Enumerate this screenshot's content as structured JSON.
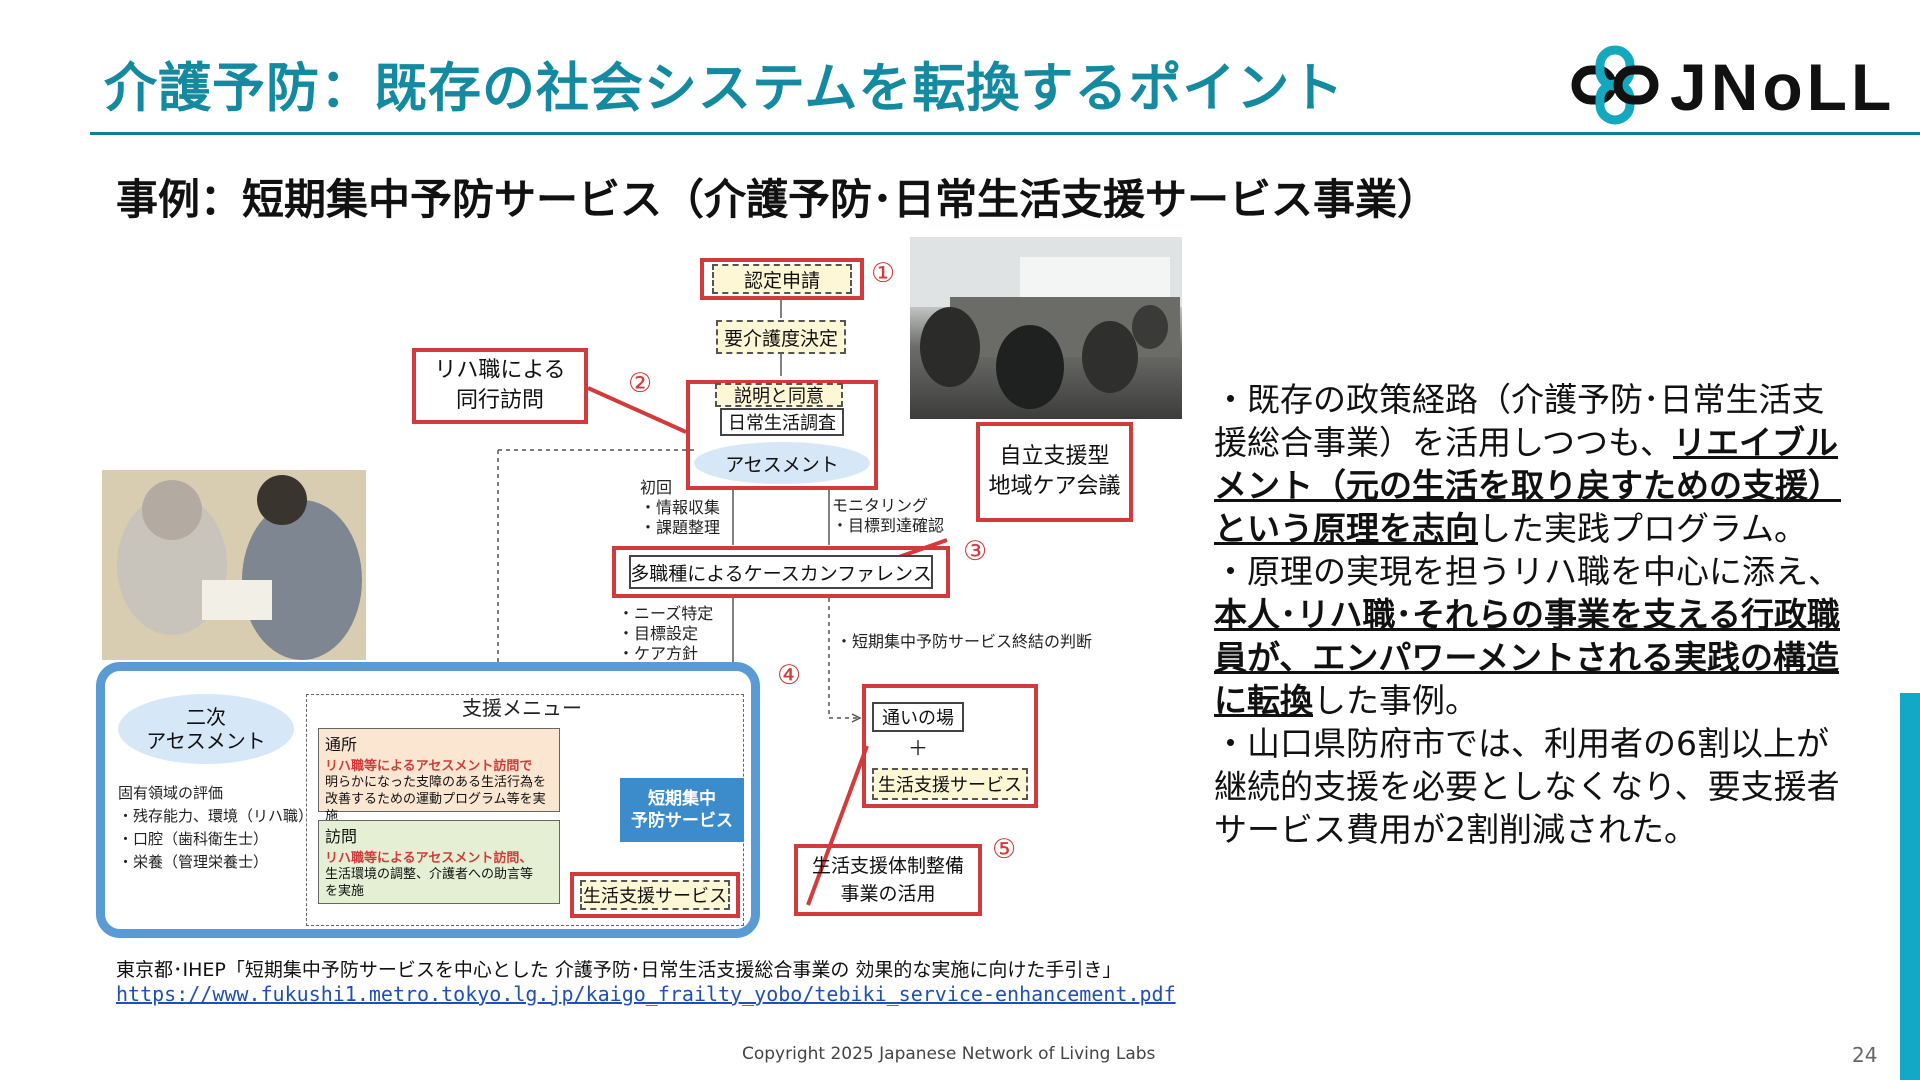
{
  "header": {
    "title": "介護予防：既存の社会システムを転換するポイント",
    "logo_text": "JNoLL"
  },
  "subtitle": "事例：短期集中予防サービス（介護予防･日常生活支援サービス事業）",
  "diagram": {
    "step1": "認定申請",
    "care_level": "要介護度決定",
    "explain": "説明と同意",
    "daily_survey": "日常生活調査",
    "assessment": "アセスメント",
    "rehab_visit": "リハ職による\n同行訪問",
    "initial": "初回\n・情報収集\n・課題整理",
    "monitoring": "モニタリング\n・目標到達確認",
    "conference": "多職種によるケースカンファレンス",
    "needs": "・ニーズ特定\n・目標設定\n・ケア方針",
    "end_judgement": "・短期集中予防サービス終結の判断",
    "regional_meeting": "自立支援型\n地域ケア会議",
    "secondary_assessment": "二次\nアセスメント",
    "specific_eval": "固有領域の評価\n・残存能力、環境（リハ職）\n・口腔（歯科衛生士）\n・栄養（管理栄養士）",
    "support_menu": "支援メニュー",
    "day_service_title": "通所",
    "day_service_red": "リハ職等によるアセスメント訪問で",
    "day_service_body": "明らかになった支障のある生活行為を\n改善するための運動プログラム等を実施",
    "home_visit_title": "訪問",
    "home_visit_red": "リハ職等によるアセスメント訪問、",
    "home_visit_body": "生活環境の調整、介護者への助言等\nを実施",
    "short_term": "短期集中\n予防サービス",
    "life_support": "生活支援サービス",
    "gathering": "通いの場",
    "plus": "＋",
    "life_support_2": "生活支援サービス",
    "system_use": "生活支援体制整備\n事業の活用",
    "nums": [
      "①",
      "②",
      "③",
      "④",
      "⑤"
    ]
  },
  "body_text": {
    "p1_pre": "・既存の政策経路（介護予防･日常生活支援総合事業）を活用しつつも、",
    "p1_bold": "リエイブルメント（元の生活を取り戻すための支援）という原理を志向",
    "p1_post": "した実践プログラム。",
    "p2_pre": "・原理の実現を担うリハ職を中心に添え、",
    "p2_bold": "本人･リハ職･それらの事業を支える行政職員が、エンパワーメントされる実践の構造に転換",
    "p2_post": "した事例。",
    "p3": "・山口県防府市では、利用者の6割以上が継続的支援を必要としなくなり、要支援者サービス費用が2割削減された。"
  },
  "citation": {
    "text": "東京都･IHEP「短期集中予防サービスを中心とした 介護予防･日常生活支援総合事業の 効果的な実施に向けた手引き」",
    "url": "https://www.fukushi1.metro.tokyo.lg.jp/kaigo_frailty_yobo/tebiki_service-enhancement.pdf"
  },
  "footer": {
    "copyright": "Copyright 2025  Japanese Network of Living Labs",
    "page": "24"
  },
  "colors": {
    "title": "#138aa0",
    "accent": "#13a9c6",
    "red": "#d23b3b",
    "blue": "#5b9bd5"
  }
}
